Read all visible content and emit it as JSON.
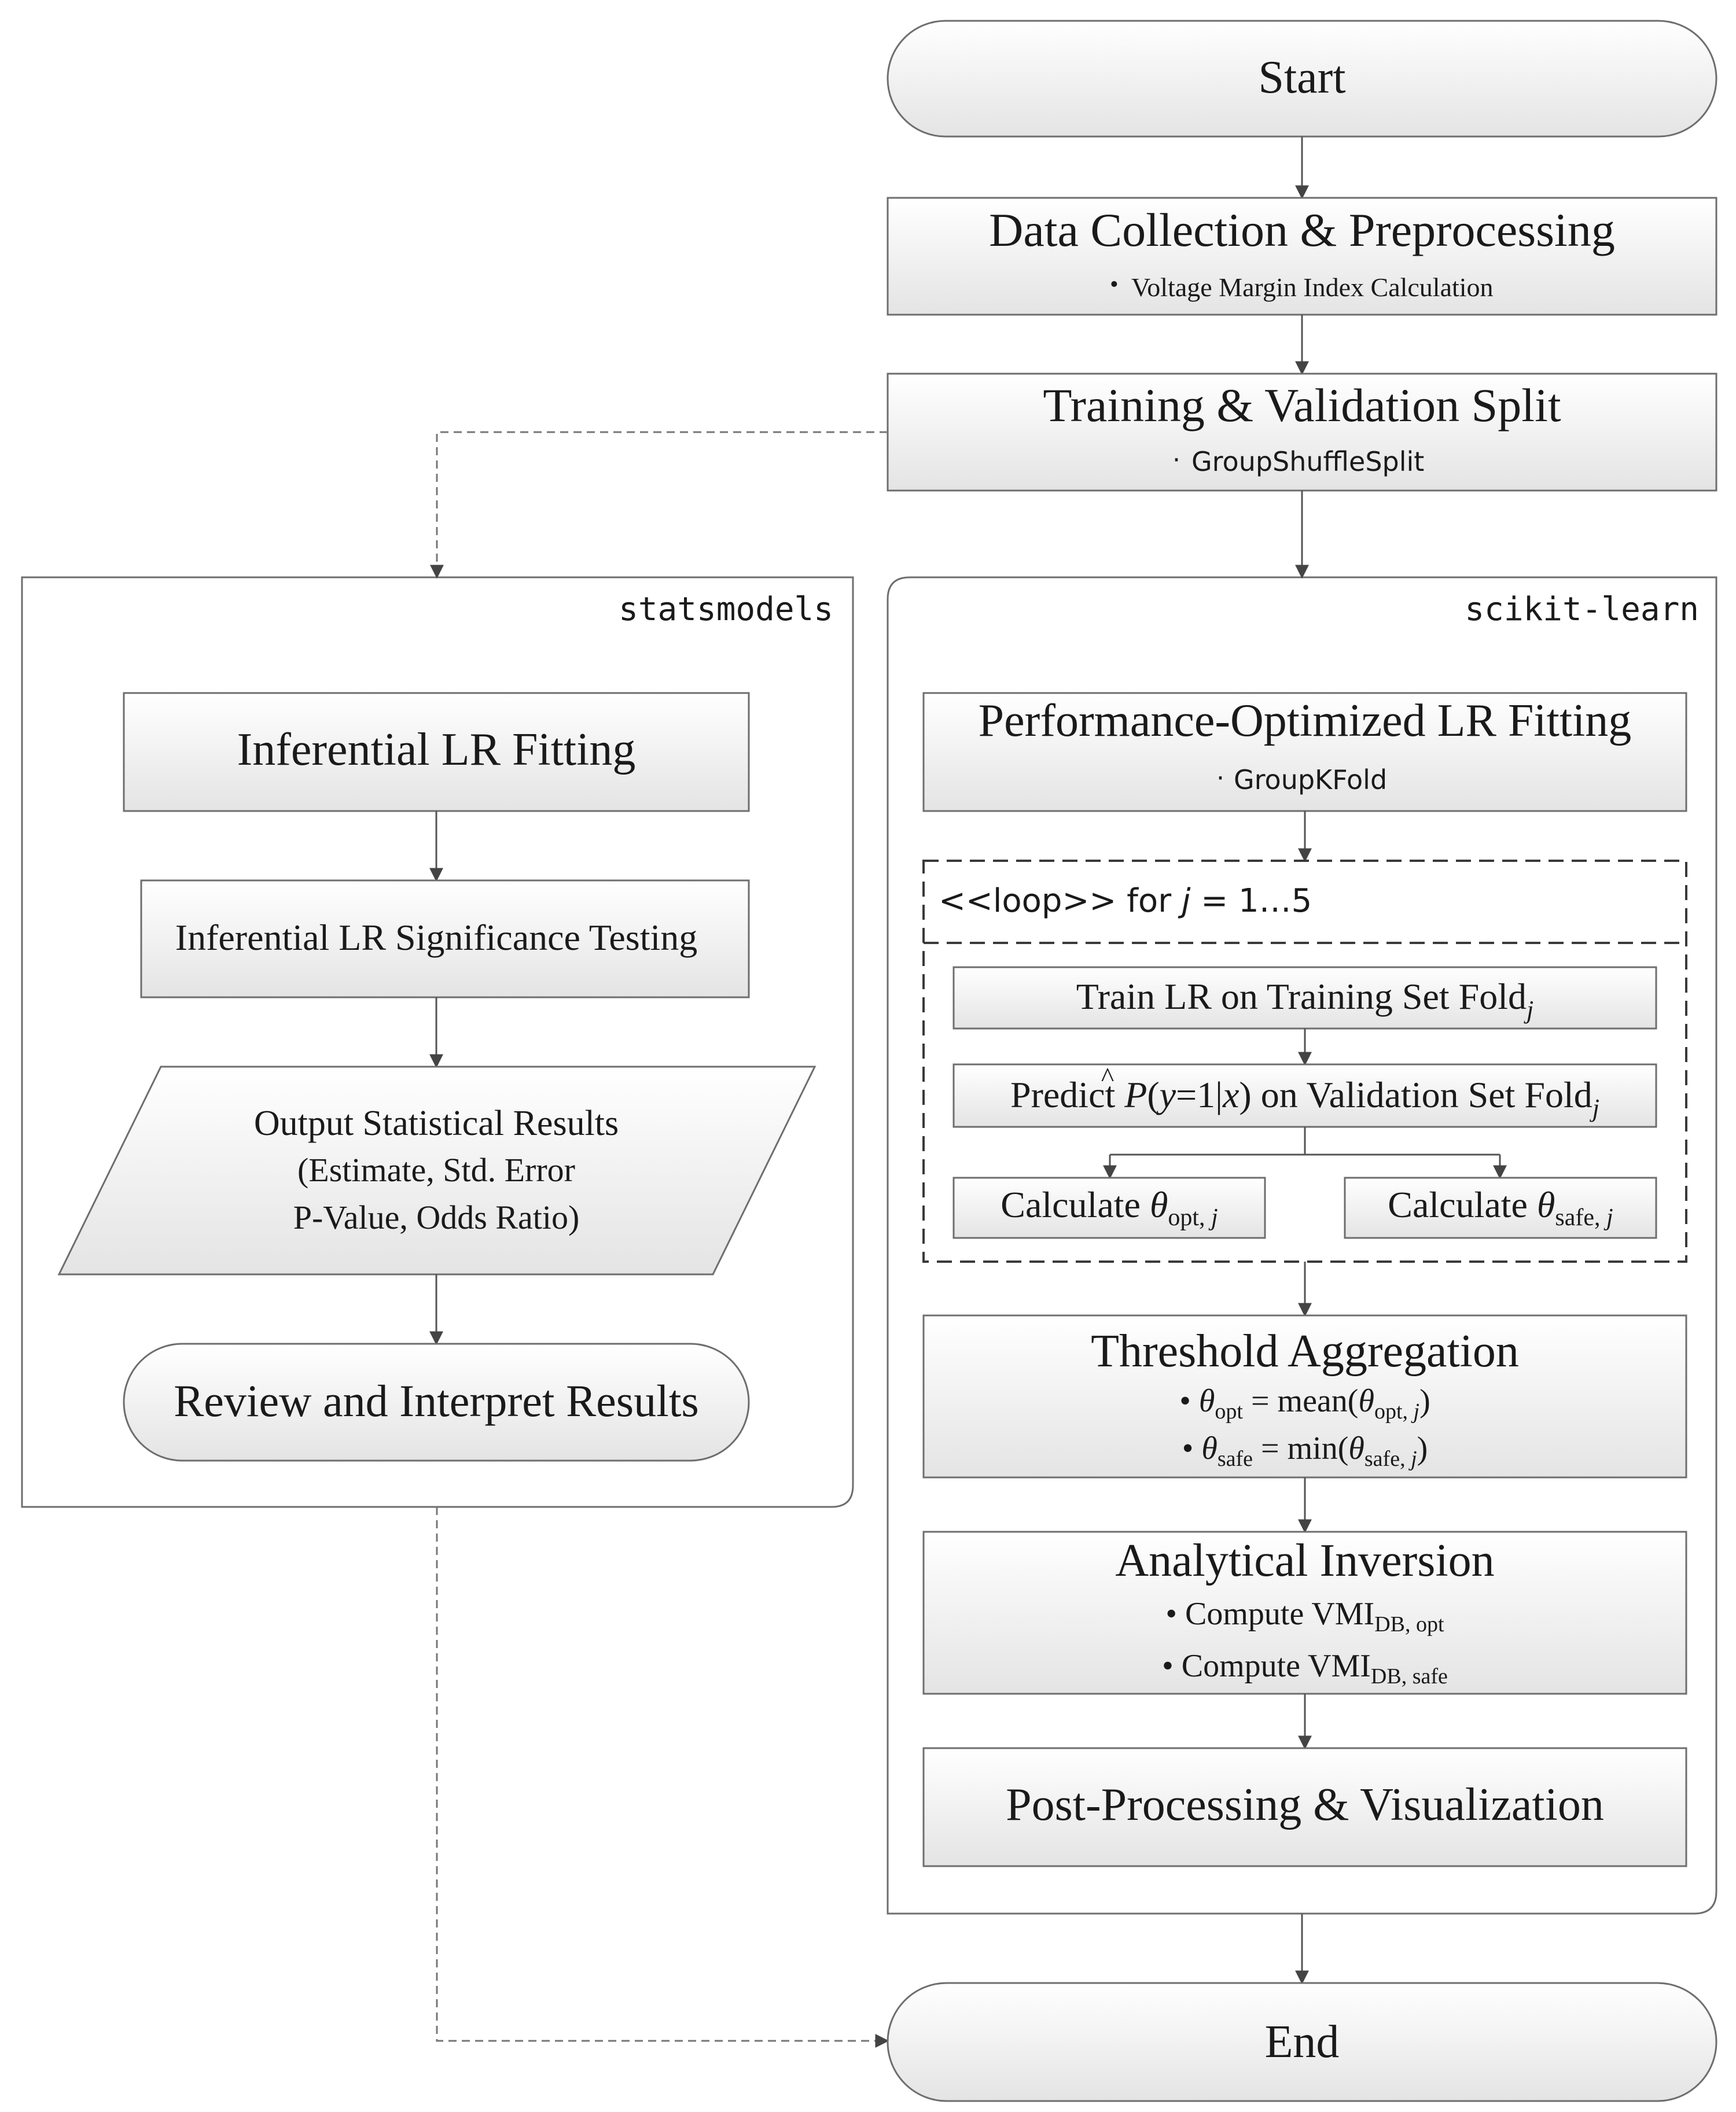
{
  "start": {
    "label": "Start"
  },
  "data_collection": {
    "title": "Data Collection & Preprocessing",
    "bullet": "Voltage Margin Index Calculation"
  },
  "split": {
    "title": "Training & Validation Split",
    "bullet": "GroupShuffleSplit"
  },
  "statsmodels": {
    "label": "statsmodels",
    "fitting": "Inferential LR Fitting",
    "testing": "Inferential LR Significance Testing",
    "output": {
      "line1": "Output Statistical Results",
      "line2": "(Estimate, Std. Error",
      "line3": "P-Value, Odds Ratio)"
    },
    "review": "Review and Interpret Results"
  },
  "sklearn": {
    "label": "scikit-learn",
    "fitting": {
      "title": "Performance-Optimized LR Fitting",
      "bullet": "GroupKFold"
    },
    "loop": {
      "prefix": "<<loop>> for ",
      "var": "j",
      "suffix": " = 1…5",
      "train": {
        "text": "Train LR on Training Set Fold",
        "sub": "j"
      },
      "predict": {
        "pre": "Predict ",
        "P": "P",
        "hat": "^",
        "mid1": "(",
        "y": "y",
        "mid2": "=1|",
        "x": "x",
        "mid3": ") on Validation Set Fold",
        "sub": "j"
      },
      "calc_opt": {
        "text": "Calculate ",
        "theta": "θ",
        "sub": "opt, ",
        "subj": "j"
      },
      "calc_safe": {
        "text": "Calculate ",
        "theta": "θ",
        "sub": "safe, ",
        "subj": "j"
      }
    },
    "aggregation": {
      "title": "Threshold Aggregation",
      "line1": {
        "bullet": "•",
        "theta": "θ",
        "sub": "opt",
        "mid": " = mean(",
        "theta2": "θ",
        "sub2": "opt, ",
        "subj": "j",
        "end": ")"
      },
      "line2": {
        "bullet": "•",
        "theta": "θ",
        "sub": "safe",
        "mid": " = min(",
        "theta2": "θ",
        "sub2": "safe, ",
        "subj": "j",
        "end": ")"
      }
    },
    "inversion": {
      "title": "Analytical Inversion",
      "line1": {
        "text": "• Compute VMI",
        "sub": "DB, opt"
      },
      "line2": {
        "text": "• Compute VMI",
        "sub": "DB, safe"
      }
    },
    "post": "Post-Processing & Visualization"
  },
  "end": {
    "label": "End"
  },
  "colors": {
    "box_fill_top": "#ffffff",
    "box_fill_bottom": "#e6e6e6",
    "stroke": "#6e6e6e",
    "line": "#555555"
  }
}
